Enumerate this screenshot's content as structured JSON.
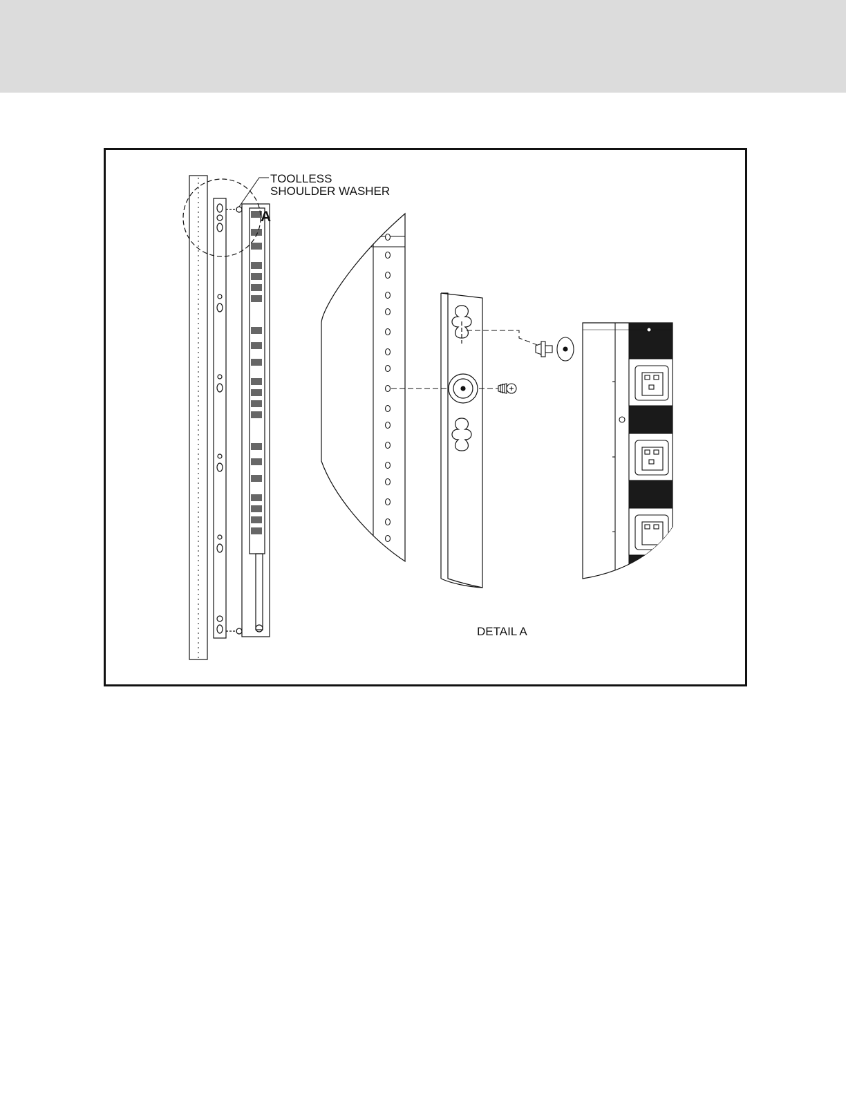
{
  "figure": {
    "callout_line1": "TOOLLESS",
    "callout_line2": "SHOULDER WASHER",
    "detail_marker": "A",
    "detail_caption": "DETAIL A"
  },
  "colors": {
    "header_band": "#dcdcdc",
    "line": "#111111"
  }
}
